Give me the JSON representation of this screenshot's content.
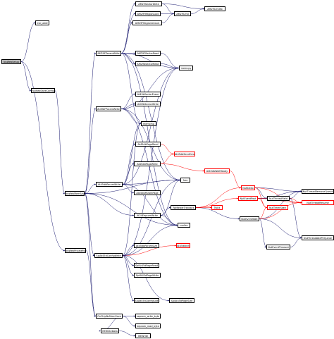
{
  "graph": {
    "colors": {
      "edge": "#191970",
      "edge_highlight": "#ff0000",
      "node_border": "#000000",
      "node_border_highlight": "#ff0000",
      "root_fill": "#bfbfbf"
    },
    "nodes": [
      {
        "id": "NuWebSetup",
        "label": "NuWebSetup",
        "kind": "root"
      },
      {
        "id": "mal_addr",
        "label": "mal_addr",
        "kind": "normal"
      },
      {
        "id": "NuWebSaveConfig",
        "label": "NuWebSaveConfig",
        "kind": "normal"
      },
      {
        "id": "NuWebMemSave",
        "label": "NuWebMemSave",
        "kind": "normal"
      },
      {
        "id": "NuWebPrivateMAC",
        "label": "NuWebPrivateMAC",
        "kind": "normal"
      },
      {
        "id": "AM29SectorWrite",
        "label": "AM29SectorWrite",
        "kind": "normal"
      },
      {
        "id": "AM29FRegionLock",
        "label": "AM29FRegionLock",
        "kind": "normal"
      },
      {
        "id": "AM29CmdEx",
        "label": "AM29CmdEx",
        "kind": "normal"
      },
      {
        "id": "AM29Cmd",
        "label": "AM29Cmd",
        "kind": "normal"
      },
      {
        "id": "AM29FRegionUnlock",
        "label": "AM29FRegionUnlock",
        "kind": "normal"
      },
      {
        "id": "AM29FParamWrite",
        "label": "AM29FParamWrite",
        "kind": "normal"
      },
      {
        "id": "AM29FSectorRead",
        "label": "AM29FSectorRead",
        "kind": "normal"
      },
      {
        "id": "AM29bSectorRead",
        "label": "AM29bSectorRead",
        "kind": "normal"
      },
      {
        "id": "memcpy",
        "label": "memcpy",
        "kind": "normal"
      },
      {
        "id": "At49bSectorErase",
        "label": "At49bSectorErase",
        "kind": "normal"
      },
      {
        "id": "At49bSectorWrite",
        "label": "At49bSectorWrite",
        "kind": "normal"
      },
      {
        "id": "At49bFParamWrite",
        "label": "At49bFParamWrite",
        "kind": "normal"
      },
      {
        "id": "memcmp",
        "label": "memcmp",
        "kind": "normal"
      },
      {
        "id": "At45dbPageRead",
        "label": "At45dbPageRead",
        "kind": "normal"
      },
      {
        "id": "At45dbSendCmd",
        "label": "At45dbSendCmd",
        "kind": "highlight"
      },
      {
        "id": "At45dbPageWrite",
        "label": "At45dbPageWrite",
        "kind": "normal"
      },
      {
        "id": "At45dbWaitReady",
        "label": "At45dbWaitReady",
        "kind": "highlight"
      },
      {
        "id": "At45dbParamWrite",
        "label": "At45dbParamWrite",
        "kind": "normal"
      },
      {
        "id": "free",
        "label": "free",
        "kind": "normal"
      },
      {
        "id": "At45dbParamPage",
        "label": "At45dbParamPage",
        "kind": "normal"
      },
      {
        "id": "NutSleep",
        "label": "NutSleep",
        "kind": "highlight"
      },
      {
        "id": "NutThreadRemoveQueue",
        "label": "NutThreadRemoveQueue",
        "kind": "normal"
      },
      {
        "id": "NutThreadYield",
        "label": "NutThreadYield",
        "kind": "normal"
      },
      {
        "id": "NutThreadResume",
        "label": "NutThreadResume",
        "kind": "highlight"
      },
      {
        "id": "NutEventPost",
        "label": "NutEventPost",
        "kind": "highlight"
      },
      {
        "id": "NutTimerStart",
        "label": "NutTimerStart",
        "kind": "highlight"
      },
      {
        "id": "TwIct",
        "label": "TwIct",
        "kind": "highlight"
      },
      {
        "id": "TwMasterTransact",
        "label": "TwMasterTransact",
        "kind": "normal"
      },
      {
        "id": "At24EepromWrite",
        "label": "At24EepromWrite",
        "kind": "normal"
      },
      {
        "id": "malloc",
        "label": "malloc",
        "kind": "normal"
      },
      {
        "id": "NutEventWait",
        "label": "NutEventWait",
        "kind": "normal"
      },
      {
        "id": "NutThreadAddPriQueue",
        "label": "NutThreadAddPriQueue",
        "kind": "normal"
      },
      {
        "id": "NutEventTimeout",
        "label": "NutEventTimeout",
        "kind": "normal"
      },
      {
        "id": "At45dbParamSize",
        "label": "At45dbParamSize",
        "kind": "normal"
      },
      {
        "id": "At45dbInit",
        "label": "At45dbInit",
        "kind": "highlight"
      },
      {
        "id": "SpiAt45dConfigWrite",
        "label": "SpiAt45dConfigWrite",
        "kind": "normal"
      },
      {
        "id": "SpiAt45dPageRead",
        "label": "SpiAt45dPageRead",
        "kind": "normal"
      },
      {
        "id": "SpiAt45dPageWrite",
        "label": "SpiAt45dPageWrite",
        "kind": "normal"
      },
      {
        "id": "SpiAt45dConfigSize",
        "label": "SpiAt45dConfigSize",
        "kind": "normal"
      },
      {
        "id": "SpiAt45dPageSize",
        "label": "SpiAt45dPageSize",
        "kind": "normal"
      },
      {
        "id": "OnChipNvMemSave",
        "label": "OnChipNvMemSave",
        "kind": "normal"
      },
      {
        "id": "eeprom_write_byte",
        "label": "eeprom_write_byte",
        "kind": "normal"
      },
      {
        "id": "eeprom_read_byte",
        "label": "eeprom_read_byte",
        "kind": "normal"
      },
      {
        "id": "EEWriteData",
        "label": "EEWriteData",
        "kind": "normal"
      },
      {
        "id": "IEEWrite",
        "label": "IEEWrite",
        "kind": "normal"
      }
    ],
    "edges": [
      [
        "NuWebSetup",
        "mal_addr"
      ],
      [
        "NuWebSetup",
        "NuWebSaveConfig"
      ],
      [
        "NuWebSetup",
        "NuWebPrivateMAC"
      ],
      [
        "NuWebSaveConfig",
        "NuWebMemSave"
      ],
      [
        "NuWebPrivateMAC",
        "OnChipNvMemSave"
      ],
      [
        "NuWebMemSave",
        "AM29FParamWrite"
      ],
      [
        "NuWebMemSave",
        "At49bFParamWrite"
      ],
      [
        "NuWebMemSave",
        "At45dbParamWrite"
      ],
      [
        "NuWebMemSave",
        "At24EepromWrite"
      ],
      [
        "NuWebMemSave",
        "SpiAt45dConfigWrite"
      ],
      [
        "NuWebMemSave",
        "OnChipNvMemSave"
      ],
      [
        "NuWebMemSave",
        "malloc"
      ],
      [
        "NuWebMemSave",
        "free"
      ],
      [
        "AM29FParamWrite",
        "AM29SectorWrite"
      ],
      [
        "AM29FParamWrite",
        "AM29FRegionLock"
      ],
      [
        "AM29FParamWrite",
        "AM29FRegionUnlock"
      ],
      [
        "AM29FParamWrite",
        "AM29FSectorRead"
      ],
      [
        "AM29FParamWrite",
        "AM29bSectorRead"
      ],
      [
        "AM29FParamWrite",
        "memcpy"
      ],
      [
        "AM29FParamWrite",
        "memcmp"
      ],
      [
        "AM29FParamWrite",
        "malloc"
      ],
      [
        "AM29FParamWrite",
        "free"
      ],
      [
        "AM29SectorWrite",
        "AM29CmdEx"
      ],
      [
        "AM29SectorWrite",
        "AM29Cmd"
      ],
      [
        "AM29FRegionLock",
        "AM29Cmd"
      ],
      [
        "AM29FRegionUnlock",
        "AM29Cmd"
      ],
      [
        "AM29Cmd",
        "AM29CmdEx"
      ],
      [
        "AM29FSectorRead",
        "memcpy"
      ],
      [
        "AM29bSectorRead",
        "memcpy"
      ],
      [
        "At49bFParamWrite",
        "At49bSectorErase"
      ],
      [
        "At49bFParamWrite",
        "At49bSectorWrite"
      ],
      [
        "At49bFParamWrite",
        "memcmp"
      ],
      [
        "At49bFParamWrite",
        "memcpy"
      ],
      [
        "At49bFParamWrite",
        "malloc"
      ],
      [
        "At49bFParamWrite",
        "free"
      ],
      [
        "At45dbParamWrite",
        "At45dbPageRead"
      ],
      [
        "At45dbParamWrite",
        "At45dbPageWrite"
      ],
      [
        "At45dbParamWrite",
        "At45dbParamPage"
      ],
      [
        "At45dbParamWrite",
        "memcpy"
      ],
      [
        "At45dbParamWrite",
        "memcmp"
      ],
      [
        "At45dbParamWrite",
        "malloc"
      ],
      [
        "At45dbParamWrite",
        "free"
      ],
      [
        "At45dbPageRead",
        "At45dbSendCmd"
      ],
      [
        "At45dbPageWrite",
        "At45dbSendCmd"
      ],
      [
        "At45dbPageWrite",
        "At45dbWaitReady"
      ],
      [
        "At45dbWaitReady",
        "NutSleep"
      ],
      [
        "NutSleep",
        "NutThreadRemoveQueue"
      ],
      [
        "NutSleep",
        "NutThreadYield"
      ],
      [
        "NutSleep",
        "NutThreadResume"
      ],
      [
        "NutSleep",
        "NutTimerStart"
      ],
      [
        "NutThreadYield",
        "NutThreadResume"
      ],
      [
        "NutThreadYield",
        "NutThreadRemoveQueue"
      ],
      [
        "NutThreadYield",
        "NutThreadAddPriQueue"
      ],
      [
        "At24EepromWrite",
        "TwMasterTransact"
      ],
      [
        "At24EepromWrite",
        "malloc"
      ],
      [
        "At24EepromWrite",
        "free"
      ],
      [
        "TwMasterTransact",
        "NutEventPost"
      ],
      [
        "TwMasterTransact",
        "NutEventWait"
      ],
      [
        "TwMasterTransact",
        "TwIct"
      ],
      [
        "TwMasterTransact",
        "NutSleep"
      ],
      [
        "NutEventPost",
        "NutThreadYield"
      ],
      [
        "NutEventPost",
        "NutThreadRemoveQueue"
      ],
      [
        "NutEventPost",
        "NutThreadResume"
      ],
      [
        "NutEventPost",
        "NutTimerStart"
      ],
      [
        "NutEventWait",
        "NutThreadAddPriQueue"
      ],
      [
        "NutEventWait",
        "NutThreadRemoveQueue"
      ],
      [
        "NutEventWait",
        "NutThreadResume"
      ],
      [
        "NutEventWait",
        "NutTimerStart"
      ],
      [
        "NutEventTimeout",
        "NutThreadAddPriQueue"
      ],
      [
        "NutEventWait",
        "NutEventTimeout"
      ],
      [
        "SpiAt45dConfigWrite",
        "SpiAt45dPageRead"
      ],
      [
        "SpiAt45dConfigWrite",
        "SpiAt45dPageWrite"
      ],
      [
        "SpiAt45dConfigWrite",
        "SpiAt45dConfigSize"
      ],
      [
        "SpiAt45dConfigWrite",
        "SpiAt45dPageSize"
      ],
      [
        "SpiAt45dConfigWrite",
        "At45dbParamSize"
      ],
      [
        "SpiAt45dConfigWrite",
        "At45dbInit"
      ],
      [
        "SpiAt45dConfigWrite",
        "memcpy"
      ],
      [
        "SpiAt45dConfigWrite",
        "memcmp"
      ],
      [
        "SpiAt45dConfigWrite",
        "malloc"
      ],
      [
        "SpiAt45dConfigWrite",
        "free"
      ],
      [
        "OnChipNvMemSave",
        "eeprom_write_byte"
      ],
      [
        "OnChipNvMemSave",
        "eeprom_read_byte"
      ],
      [
        "OnChipNvMemSave",
        "EEWriteData"
      ],
      [
        "EEWriteData",
        "IEEWrite"
      ]
    ]
  }
}
